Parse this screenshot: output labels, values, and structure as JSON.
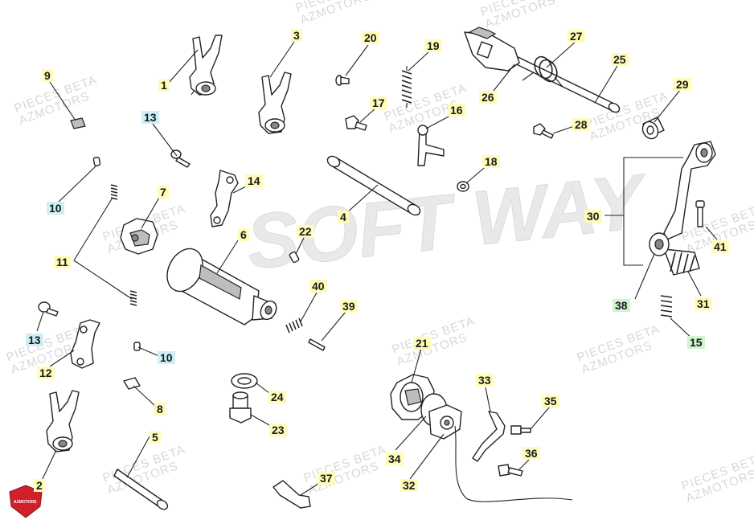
{
  "watermarks": {
    "repeat_line1": "PIECES BETA",
    "repeat_line2": "AZMOTORS",
    "center": "SOFT WAY",
    "logo_text": "AZMOTORS"
  },
  "labels": [
    {
      "id": "1",
      "text": "1",
      "bg": "yellow"
    },
    {
      "id": "2",
      "text": "2",
      "bg": "yellow"
    },
    {
      "id": "3",
      "text": "3",
      "bg": "yellow"
    },
    {
      "id": "4",
      "text": "4",
      "bg": "yellow"
    },
    {
      "id": "5",
      "text": "5",
      "bg": "yellow"
    },
    {
      "id": "6",
      "text": "6",
      "bg": "yellow"
    },
    {
      "id": "7",
      "text": "7",
      "bg": "yellow"
    },
    {
      "id": "8",
      "text": "8",
      "bg": "yellow"
    },
    {
      "id": "9",
      "text": "9",
      "bg": "yellow"
    },
    {
      "id": "10a",
      "text": "10",
      "bg": "cyan"
    },
    {
      "id": "10b",
      "text": "10",
      "bg": "cyan"
    },
    {
      "id": "11",
      "text": "11",
      "bg": "yellow"
    },
    {
      "id": "12",
      "text": "12",
      "bg": "yellow"
    },
    {
      "id": "13a",
      "text": "13",
      "bg": "cyan"
    },
    {
      "id": "13b",
      "text": "13",
      "bg": "cyan"
    },
    {
      "id": "14",
      "text": "14",
      "bg": "yellow"
    },
    {
      "id": "15",
      "text": "15",
      "bg": "green"
    },
    {
      "id": "16",
      "text": "16",
      "bg": "yellow"
    },
    {
      "id": "17",
      "text": "17",
      "bg": "yellow"
    },
    {
      "id": "18",
      "text": "18",
      "bg": "yellow"
    },
    {
      "id": "19",
      "text": "19",
      "bg": "yellow"
    },
    {
      "id": "20",
      "text": "20",
      "bg": "yellow"
    },
    {
      "id": "21",
      "text": "21",
      "bg": "yellow"
    },
    {
      "id": "22",
      "text": "22",
      "bg": "yellow"
    },
    {
      "id": "23",
      "text": "23",
      "bg": "yellow"
    },
    {
      "id": "24",
      "text": "24",
      "bg": "yellow"
    },
    {
      "id": "25",
      "text": "25",
      "bg": "yellow"
    },
    {
      "id": "26",
      "text": "26",
      "bg": "yellow"
    },
    {
      "id": "27",
      "text": "27",
      "bg": "yellow"
    },
    {
      "id": "28",
      "text": "28",
      "bg": "yellow"
    },
    {
      "id": "29",
      "text": "29",
      "bg": "yellow"
    },
    {
      "id": "30",
      "text": "30",
      "bg": "yellow"
    },
    {
      "id": "31",
      "text": "31",
      "bg": "yellow"
    },
    {
      "id": "32",
      "text": "32",
      "bg": "yellow"
    },
    {
      "id": "33",
      "text": "33",
      "bg": "yellow"
    },
    {
      "id": "34",
      "text": "34",
      "bg": "yellow"
    },
    {
      "id": "35",
      "text": "35",
      "bg": "yellow"
    },
    {
      "id": "36",
      "text": "36",
      "bg": "yellow"
    },
    {
      "id": "37",
      "text": "37",
      "bg": "yellow"
    },
    {
      "id": "38",
      "text": "38",
      "bg": "green"
    },
    {
      "id": "39",
      "text": "39",
      "bg": "yellow"
    },
    {
      "id": "40",
      "text": "40",
      "bg": "yellow"
    },
    {
      "id": "41",
      "text": "41",
      "bg": "yellow"
    }
  ],
  "colors": {
    "label_yellow": "#fffbb8",
    "label_cyan": "#cdeff5",
    "label_green": "#d2f3cf",
    "logo_red": "#d0202a"
  }
}
